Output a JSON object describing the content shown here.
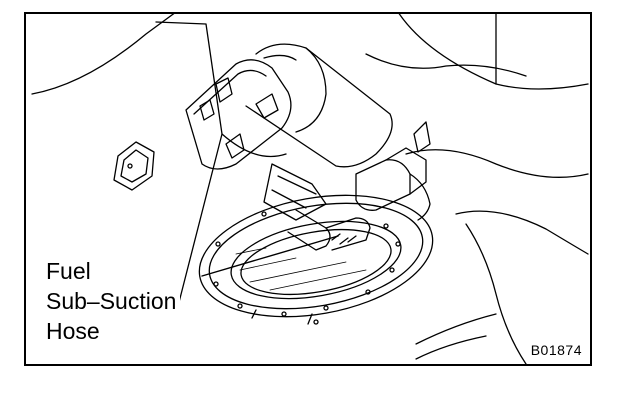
{
  "label": {
    "line1": "Fuel",
    "line2": "Sub–Suction",
    "line3": "Hose"
  },
  "figure_code": "B01874"
}
